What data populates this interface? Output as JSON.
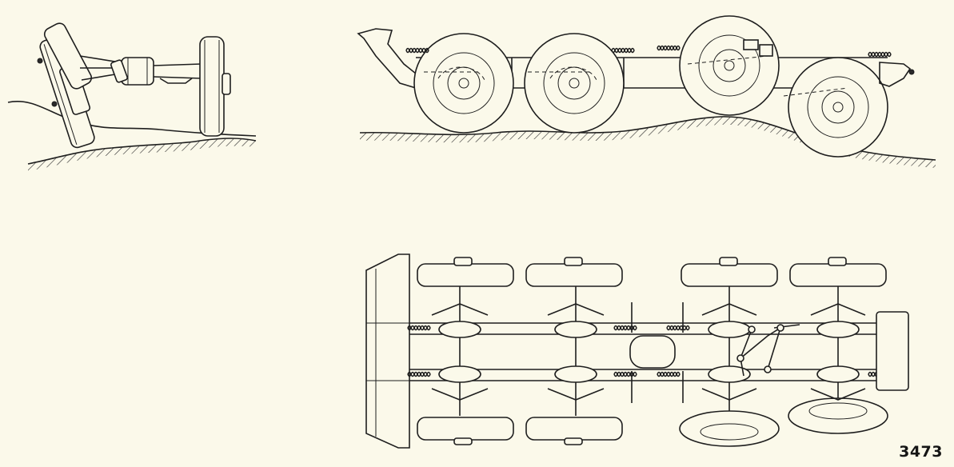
{
  "figure_number": "3473",
  "colors": {
    "paper": "#fbf9ea",
    "ink": "#1e1e1e"
  },
  "views": [
    "front-axle-articulation-view",
    "side-elevation-view",
    "plan-view"
  ]
}
